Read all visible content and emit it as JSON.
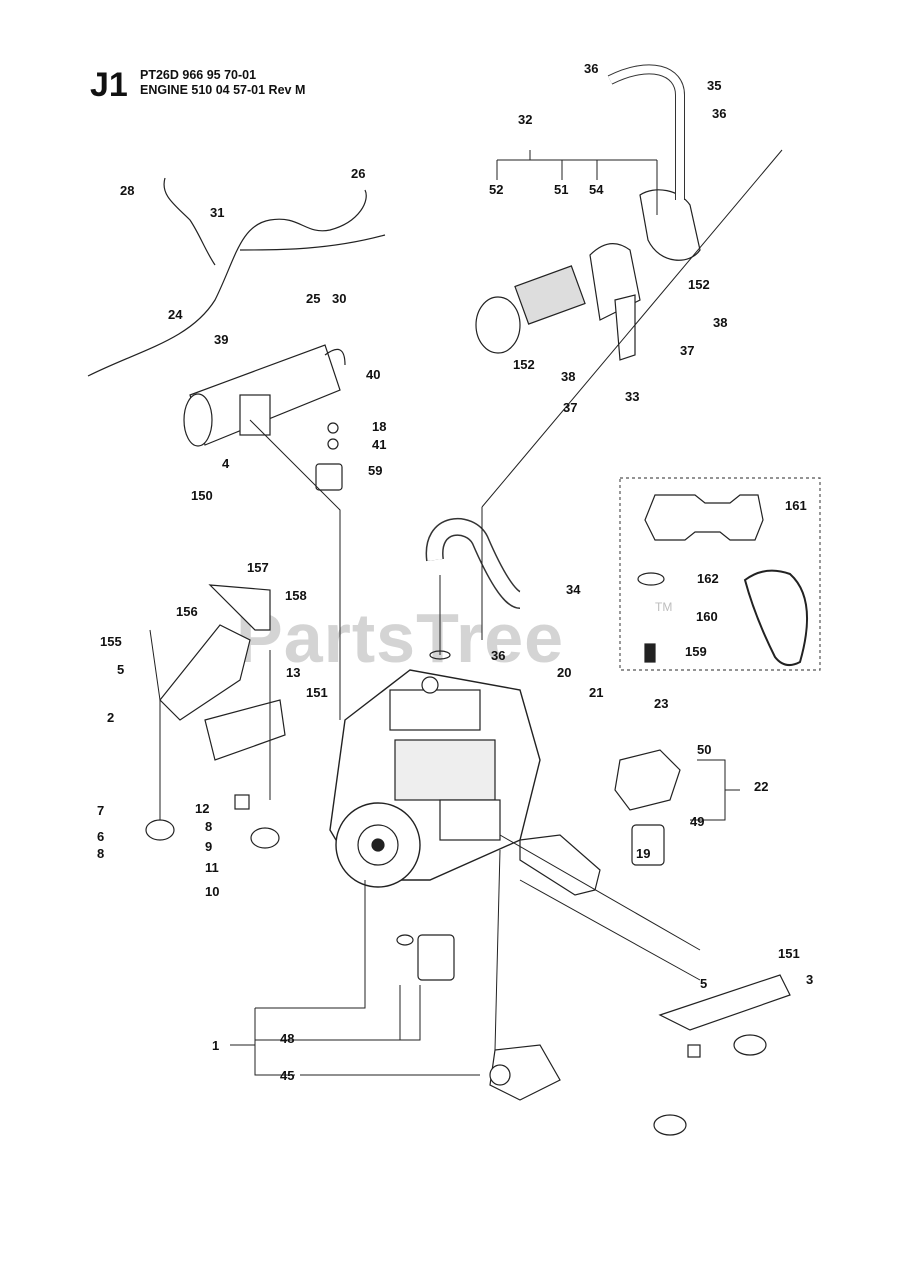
{
  "header": {
    "section_code": "J1",
    "model_line": "PT26D 966 95 70-01",
    "engine_line": "ENGINE 510 04 57-01 Rev M"
  },
  "watermark": {
    "text": "PartsTree",
    "trademark": "TM"
  },
  "callouts": [
    {
      "id": "c1",
      "label": "1"
    },
    {
      "id": "c2",
      "label": "2"
    },
    {
      "id": "c3",
      "label": "3"
    },
    {
      "id": "c4",
      "label": "4"
    },
    {
      "id": "c5a",
      "label": "5"
    },
    {
      "id": "c5b",
      "label": "5"
    },
    {
      "id": "c6",
      "label": "6"
    },
    {
      "id": "c7",
      "label": "7"
    },
    {
      "id": "c8a",
      "label": "8"
    },
    {
      "id": "c8b",
      "label": "8"
    },
    {
      "id": "c9",
      "label": "9"
    },
    {
      "id": "c10",
      "label": "10"
    },
    {
      "id": "c11",
      "label": "11"
    },
    {
      "id": "c12",
      "label": "12"
    },
    {
      "id": "c13",
      "label": "13"
    },
    {
      "id": "c18",
      "label": "18"
    },
    {
      "id": "c19",
      "label": "19"
    },
    {
      "id": "c20",
      "label": "20"
    },
    {
      "id": "c21",
      "label": "21"
    },
    {
      "id": "c22",
      "label": "22"
    },
    {
      "id": "c23",
      "label": "23"
    },
    {
      "id": "c24",
      "label": "24"
    },
    {
      "id": "c25",
      "label": "25"
    },
    {
      "id": "c26",
      "label": "26"
    },
    {
      "id": "c28",
      "label": "28"
    },
    {
      "id": "c30",
      "label": "30"
    },
    {
      "id": "c31",
      "label": "31"
    },
    {
      "id": "c32",
      "label": "32"
    },
    {
      "id": "c33",
      "label": "33"
    },
    {
      "id": "c34",
      "label": "34"
    },
    {
      "id": "c35",
      "label": "35"
    },
    {
      "id": "c36a",
      "label": "36"
    },
    {
      "id": "c36b",
      "label": "36"
    },
    {
      "id": "c36c",
      "label": "36"
    },
    {
      "id": "c37a",
      "label": "37"
    },
    {
      "id": "c37b",
      "label": "37"
    },
    {
      "id": "c38a",
      "label": "38"
    },
    {
      "id": "c38b",
      "label": "38"
    },
    {
      "id": "c39",
      "label": "39"
    },
    {
      "id": "c40",
      "label": "40"
    },
    {
      "id": "c41",
      "label": "41"
    },
    {
      "id": "c45",
      "label": "45"
    },
    {
      "id": "c48",
      "label": "48"
    },
    {
      "id": "c49",
      "label": "49"
    },
    {
      "id": "c50",
      "label": "50"
    },
    {
      "id": "c51",
      "label": "51"
    },
    {
      "id": "c52",
      "label": "52"
    },
    {
      "id": "c54",
      "label": "54"
    },
    {
      "id": "c59",
      "label": "59"
    },
    {
      "id": "c150",
      "label": "150"
    },
    {
      "id": "c151a",
      "label": "151"
    },
    {
      "id": "c151b",
      "label": "151"
    },
    {
      "id": "c152a",
      "label": "152"
    },
    {
      "id": "c152b",
      "label": "152"
    },
    {
      "id": "c155",
      "label": "155"
    },
    {
      "id": "c156",
      "label": "156"
    },
    {
      "id": "c157",
      "label": "157"
    },
    {
      "id": "c158",
      "label": "158"
    },
    {
      "id": "c159",
      "label": "159"
    },
    {
      "id": "c160",
      "label": "160"
    },
    {
      "id": "c161",
      "label": "161"
    },
    {
      "id": "c162",
      "label": "162"
    }
  ]
}
